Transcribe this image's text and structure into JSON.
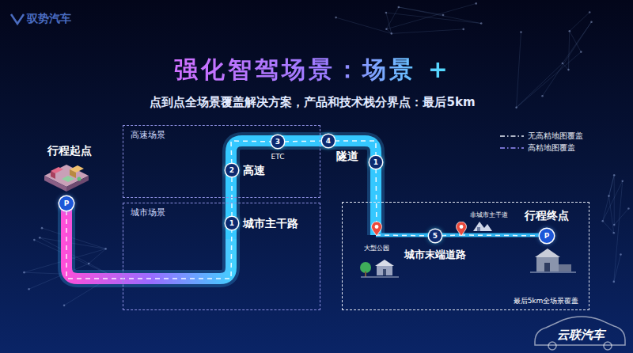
{
  "diagram": {
    "title": "强化智驾场景：场景 +",
    "nodes": [
      {
        "text": [
          "行程起点",
          "P"
        ]
      },
      {
        "text": [
          "高速场景"
        ]
      },
      {
        "text": [
          "2",
          "高速"
        ],
        "in": 1
      },
      {
        "text": [
          "3",
          "ETC"
        ],
        "in": 1
      },
      {
        "text": [
          "4",
          "隧道"
        ]
      },
      {
        "text": [
          "城市场景"
        ]
      },
      {
        "text": [
          "1",
          "城市主干路"
        ],
        "in": 5
      },
      {
        "text": [
          "1"
        ]
      },
      {
        "text": [
          "最后5km全场景覆盖"
        ]
      },
      {
        "text": [
          "大型公园"
        ],
        "in": 8
      },
      {
        "text": [
          "5",
          "城市末端道路"
        ],
        "in": 8
      },
      {
        "text": [
          "非城市主干道"
        ],
        "in": 8
      },
      {
        "text": [
          "行程终点",
          "P"
        ],
        "in": 8
      }
    ],
    "edges": [
      {
        "from": 0,
        "to": 6,
        "arrow": "none"
      },
      {
        "from": 6,
        "to": 2,
        "arrow": "none"
      },
      {
        "from": 2,
        "to": 3,
        "arrow": "none"
      },
      {
        "from": 3,
        "to": 4,
        "arrow": "none"
      },
      {
        "from": 4,
        "to": 7,
        "arrow": "none"
      },
      {
        "from": 7,
        "to": 9,
        "arrow": "none"
      },
      {
        "from": 9,
        "to": 10,
        "arrow": "none"
      },
      {
        "from": 10,
        "to": 11,
        "arrow": "none"
      },
      {
        "from": 11,
        "to": 12,
        "arrow": "none"
      }
    ],
    "labels": [
      "驭势汽车",
      "点到点全场景覆盖解决方案，产品和技术栈分界点：最后5km",
      "云联汽车"
    ],
    "legend": [
      {
        "text": "无高精地图覆盖"
      },
      {
        "text": "高精地图覆盖"
      }
    ]
  }
}
